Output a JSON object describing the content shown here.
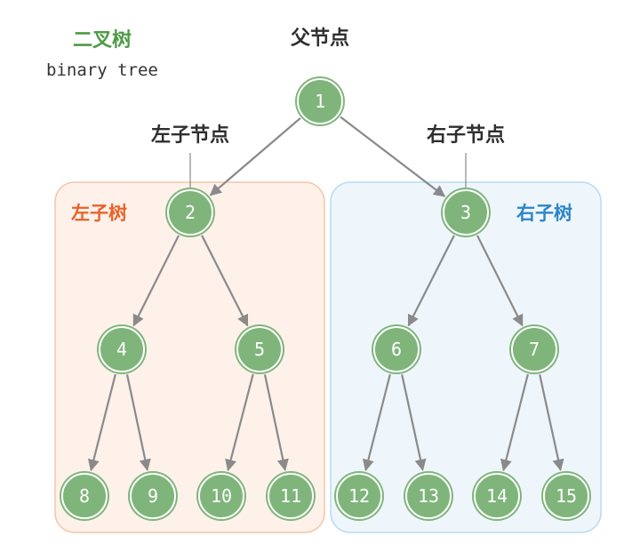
{
  "title_cn": "二叉树",
  "title_en": "binary tree",
  "labels": {
    "parent": "父节点",
    "left_child": "左子节点",
    "right_child": "右子节点",
    "left_subtree": "左子树",
    "right_subtree": "右子树"
  },
  "nodes": [
    "1",
    "2",
    "3",
    "4",
    "5",
    "6",
    "7",
    "8",
    "9",
    "10",
    "11",
    "12",
    "13",
    "14",
    "15"
  ],
  "edges": [
    [
      "1",
      "2"
    ],
    [
      "1",
      "3"
    ],
    [
      "2",
      "4"
    ],
    [
      "2",
      "5"
    ],
    [
      "3",
      "6"
    ],
    [
      "3",
      "7"
    ],
    [
      "4",
      "8"
    ],
    [
      "4",
      "9"
    ],
    [
      "5",
      "10"
    ],
    [
      "5",
      "11"
    ],
    [
      "6",
      "12"
    ],
    [
      "6",
      "13"
    ],
    [
      "7",
      "14"
    ],
    [
      "7",
      "15"
    ]
  ],
  "colors": {
    "node_fill": "#7fb57b",
    "node_stroke": "#ffffff",
    "node_ring": "#7fb57b",
    "edge": "#8a8a8a",
    "title_green": "#4f9a48",
    "left_subtree_fill": "#fdf1ea",
    "left_subtree_stroke": "#f4c6aa",
    "left_subtree_text": "#e9622a",
    "right_subtree_fill": "#eef6fc",
    "right_subtree_stroke": "#b9daf1",
    "right_subtree_text": "#2b86c8",
    "label_text": "#2f2f2f"
  }
}
